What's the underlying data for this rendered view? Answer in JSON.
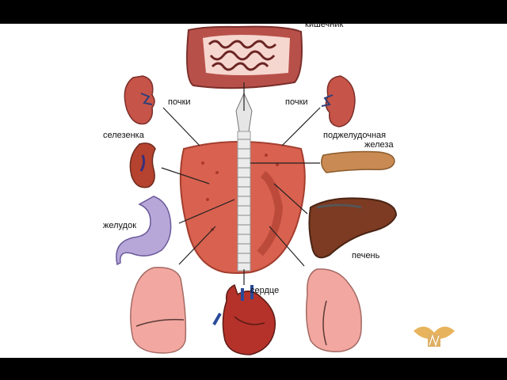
{
  "labels": {
    "intestine": "кишечник",
    "kidneys_left": "почки",
    "kidneys_right": "почки",
    "spleen": "селезенка",
    "pancreas_line1": "поджелудочная",
    "pancreas_line2": "железа",
    "stomach": "желудок",
    "liver": "печень",
    "heart": "сердце"
  },
  "colors": {
    "tongue": "#d9614f",
    "tongue_dark": "#a93a2e",
    "organ": "#b8504a",
    "lung": "#f2a7a0",
    "liver": "#7c3b22",
    "pancreas": "#c98b53",
    "stomach": "#b7a7d8"
  }
}
